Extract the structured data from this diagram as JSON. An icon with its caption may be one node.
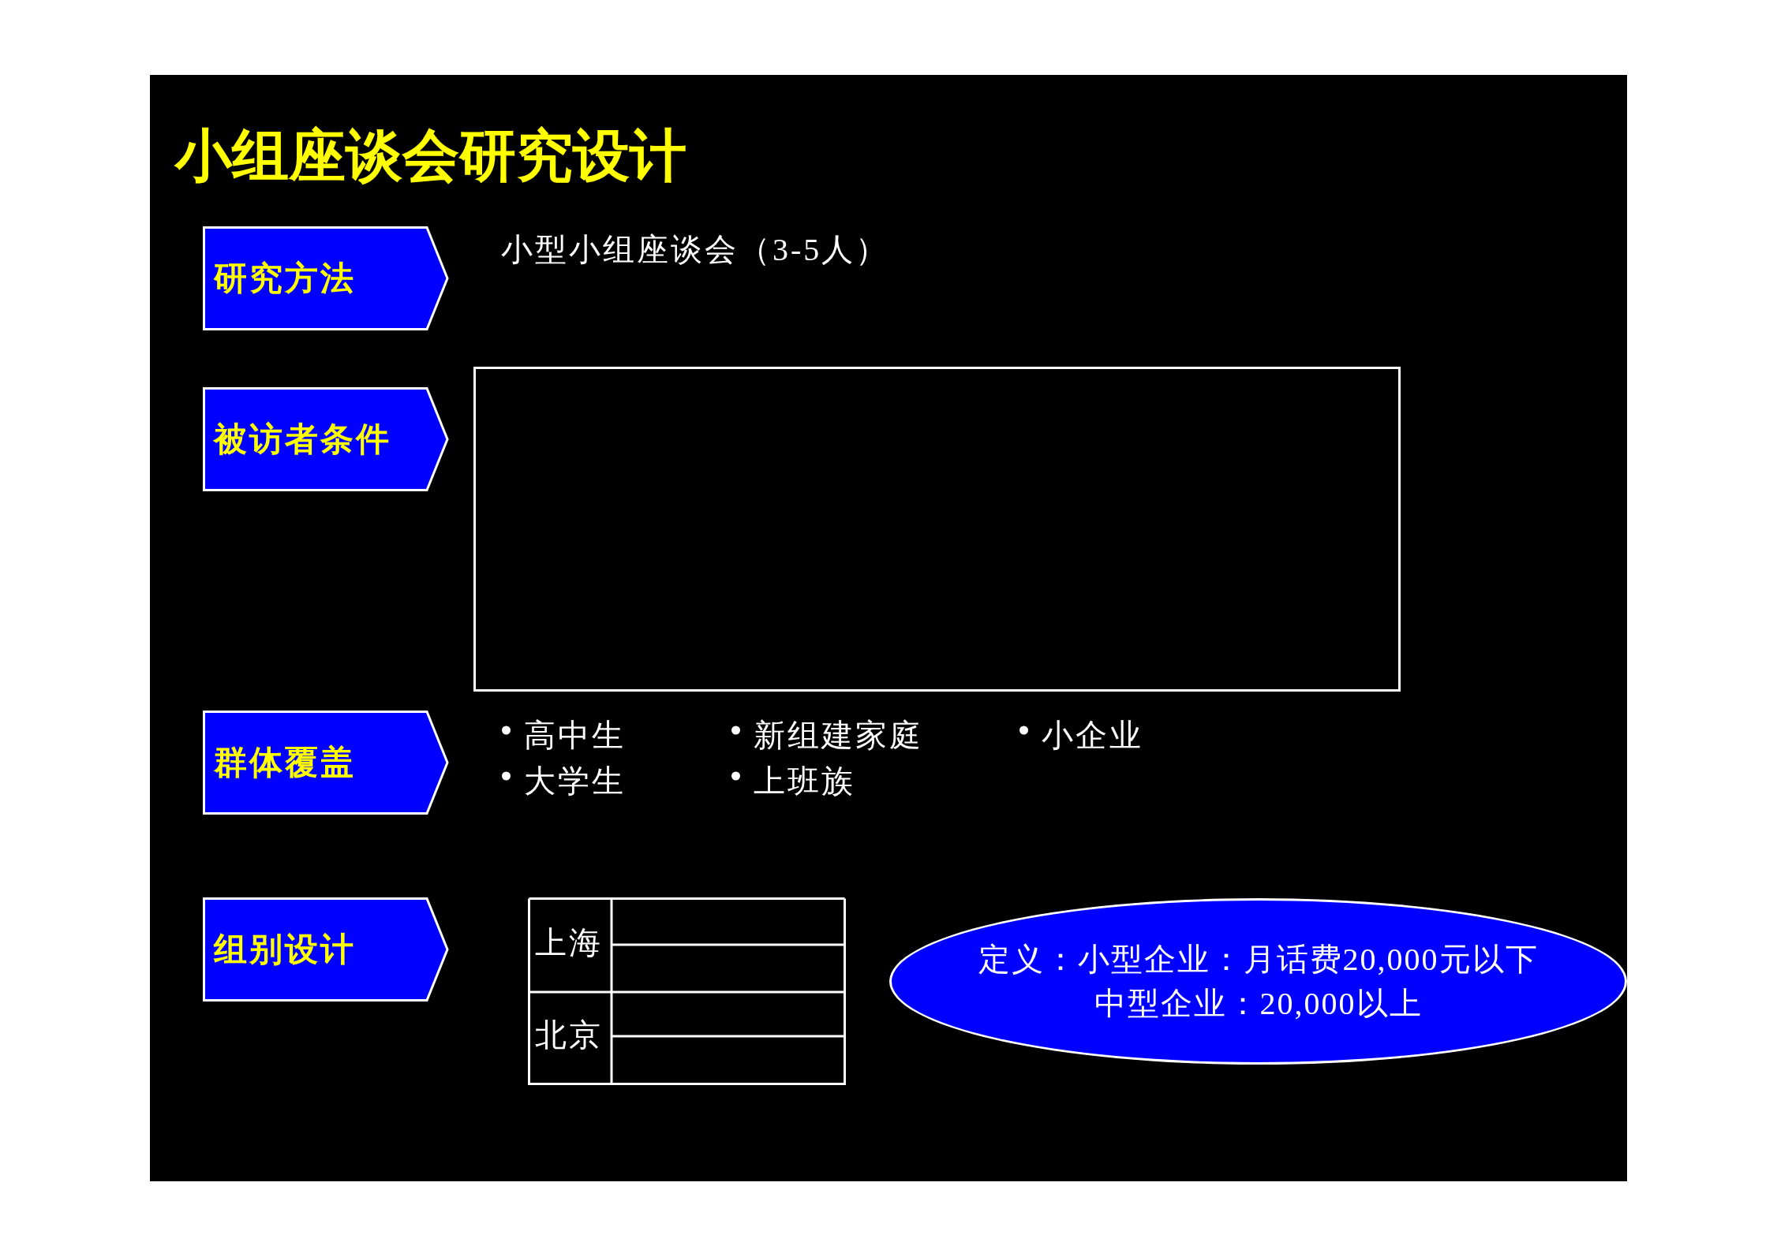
{
  "diagram": {
    "title": "小组座谈会研究设计",
    "nodes": [
      {
        "text": [
          "研究方法"
        ]
      },
      {
        "text": [
          "被访者条件"
        ]
      },
      {
        "text": [
          "群体覆盖"
        ]
      },
      {
        "text": [
          "组别设计"
        ]
      },
      {
        "text": [],
        "shape": "box"
      },
      {
        "text": [
          "定义：小型企业：月话费20,000元以下",
          "中型企业：20,000以上"
        ]
      }
    ],
    "labels": [
      "小型小组座谈会（3-5人）",
      "高中生",
      "新组建家庭",
      "小企业",
      "大学生",
      "上班族",
      "上海",
      "北京"
    ]
  }
}
